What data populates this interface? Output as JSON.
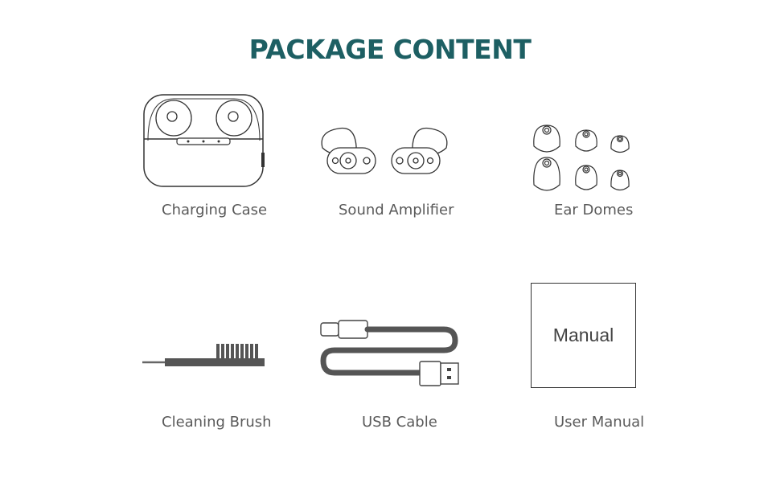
{
  "title": "PACKAGE CONTENT",
  "items": [
    {
      "label": "Charging Case",
      "icon": "charging-case-icon"
    },
    {
      "label": "Sound Amplifier",
      "icon": "sound-amplifier-icon"
    },
    {
      "label": "Ear Domes",
      "icon": "ear-domes-icon"
    },
    {
      "label": "Cleaning Brush",
      "icon": "cleaning-brush-icon"
    },
    {
      "label": "USB Cable",
      "icon": "usb-cable-icon"
    },
    {
      "label": "User Manual",
      "icon": "user-manual-icon"
    }
  ],
  "manual_box_text": "Manual",
  "colors": {
    "title": "#1d5f63",
    "label": "#5a5a5a",
    "line": "#333333",
    "cable": "#555555"
  }
}
